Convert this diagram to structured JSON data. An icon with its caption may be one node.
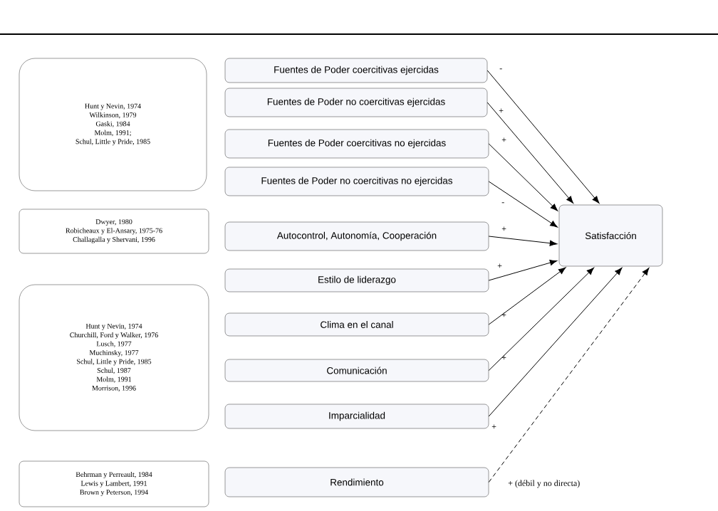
{
  "diagram": {
    "nodes": [
      {
        "text": [
          "Hunt y Nevin, 1974",
          "Wilkinson, 1979",
          "Gaski, 1984",
          "Molm, 1991;",
          "Schul, Little y Pride, 1985"
        ]
      },
      {
        "text": [
          "Fuentes de Poder coercitivas ejercidas"
        ]
      },
      {
        "text": [
          "Fuentes de Poder no coercitivas ejercidas"
        ]
      },
      {
        "text": [
          "Fuentes de Poder coercitivas no ejercidas"
        ]
      },
      {
        "text": [
          "Fuentes de Poder no coercitivas no ejercidas"
        ]
      },
      {
        "text": [
          "Dwyer, 1980",
          "Robicheaux y El-Ansary, 1975-76",
          "Challagalla y Shervani, 1996"
        ]
      },
      {
        "text": [
          "Autocontrol, Autonomía, Cooperación"
        ]
      },
      {
        "text": [
          "Hunt y Nevin, 1974",
          "Churchill, Ford y Walker, 1976",
          "Lusch, 1977",
          "Muchinsky, 1977",
          "Schul, Little y Pride, 1985",
          "Schul, 1987",
          "Molm, 1991",
          "Morrison, 1996"
        ]
      },
      {
        "text": [
          "Estilo de liderazgo"
        ]
      },
      {
        "text": [
          "Clima en el canal"
        ]
      },
      {
        "text": [
          "Comunicación"
        ]
      },
      {
        "text": [
          "Imparcialidad"
        ]
      },
      {
        "text": [
          "Behrman y Perreault, 1984",
          "Lewis y Lambert, 1991",
          "Brown y Peterson, 1994"
        ]
      },
      {
        "text": [
          "Rendimiento"
        ]
      },
      {
        "text": [
          "Satisfacción"
        ]
      }
    ],
    "edges": [
      {
        "from": 1,
        "to": 14,
        "arrow": "to",
        "label": "-"
      },
      {
        "from": 2,
        "to": 14,
        "arrow": "to",
        "label": "+"
      },
      {
        "from": 3,
        "to": 14,
        "arrow": "to",
        "label": "+"
      },
      {
        "from": 4,
        "to": 14,
        "arrow": "to",
        "label": "-"
      },
      {
        "from": 6,
        "to": 14,
        "arrow": "to",
        "label": "+"
      },
      {
        "from": 8,
        "to": 14,
        "arrow": "to",
        "label": "+"
      },
      {
        "from": 9,
        "to": 14,
        "arrow": "to",
        "label": "+"
      },
      {
        "from": 10,
        "to": 14,
        "arrow": "to",
        "label": "+"
      },
      {
        "from": 11,
        "to": 14,
        "arrow": "to",
        "label": "+"
      },
      {
        "from": 13,
        "to": 14,
        "arrow": "to",
        "label": "+ (débil y no directa)",
        "style": "dashed"
      }
    ]
  }
}
